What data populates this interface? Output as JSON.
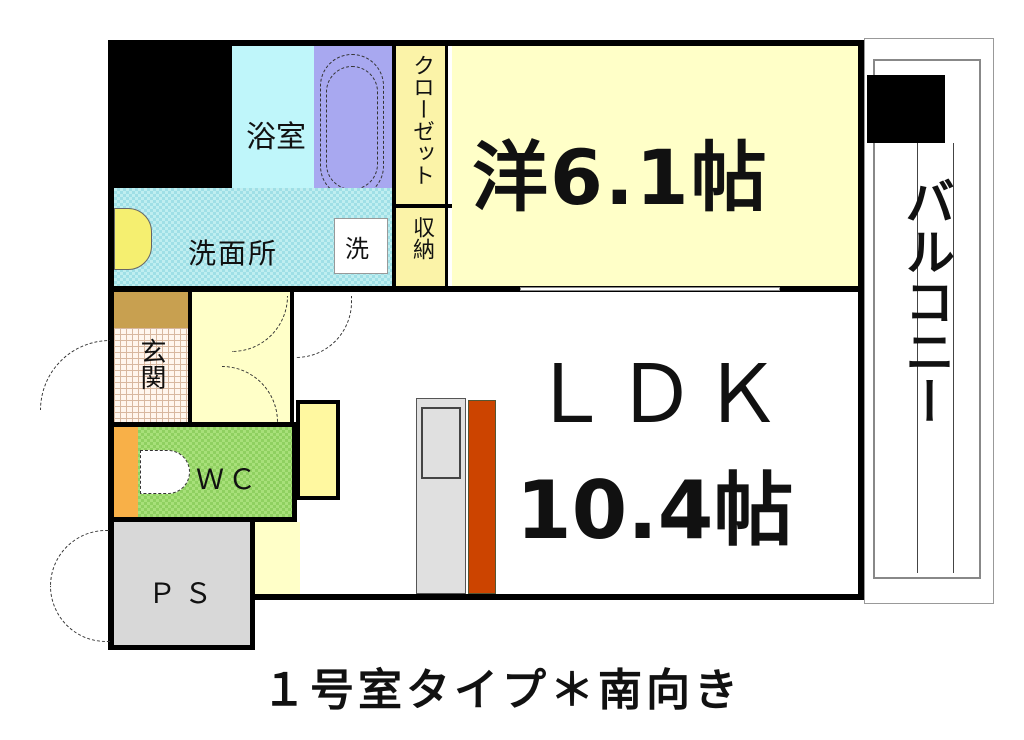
{
  "caption": "１号室タイプ＊南向き",
  "rooms": {
    "western_room": {
      "label": "洋6.1帖"
    },
    "ldk": {
      "line1": "ＬＤＫ",
      "line2": "10.4帖"
    },
    "bathroom": {
      "label": "浴室"
    },
    "washroom": {
      "label": "洗面所"
    },
    "washer": {
      "label": "洗"
    },
    "closet": {
      "label": "クローゼット"
    },
    "storage": {
      "label": "収納"
    },
    "entrance": {
      "label": "玄関"
    },
    "wc": {
      "label": "ＷＣ"
    },
    "ps": {
      "label": "ＰＳ"
    },
    "balcony": {
      "label": "バルコニー"
    }
  },
  "colors": {
    "room_yellow": "#ffffc8",
    "bath_cyan": "#bff6fa",
    "bathtub_lavender": "#a8a8f0",
    "closet_yellow": "#fbf3a8",
    "wc_orange": "#f8b048",
    "kitchen_orange": "#cc4400",
    "ps_gray": "#d8d8d8",
    "entrance_step": "#c8a050",
    "wall": "#000000"
  }
}
